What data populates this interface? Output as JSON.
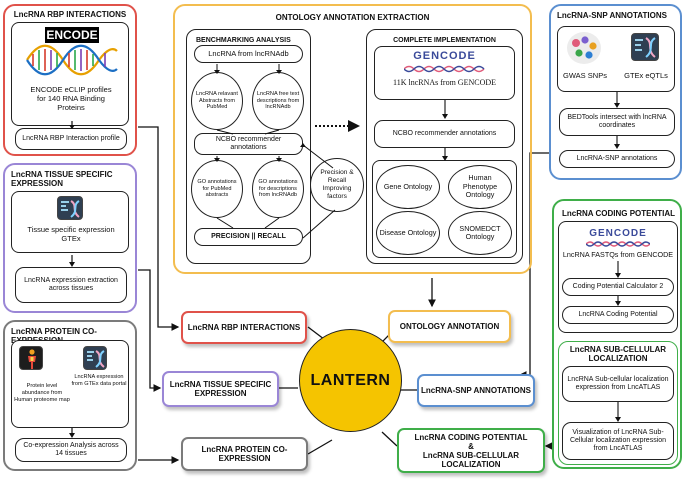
{
  "center": {
    "label": "LANTERN"
  },
  "rbp": {
    "title": "LncRNA RBP INTERACTIONS",
    "logo_text": "ENCODE",
    "source_text": "ENCODE eCLIP profiles for 140 RNA Binding Proteins",
    "profile_node": "LncRNA RBP Interaction profile",
    "output": "LncRNA RBP INTERACTIONS"
  },
  "tissue": {
    "title": "LncRNA TISSUE SPECIFIC EXPRESSION",
    "source_text": "Tissue specific expression GTEx",
    "node": "LncRNA expression extraction across tissues",
    "output": "LncRNA TISSUE SPECIFIC EXPRESSION"
  },
  "protein": {
    "title": "LncRNA PROTEIN CO-EXPRESSION",
    "left_text": "Protein level abundance from Human proteome map",
    "right_text": "LncRNA expression from GTEx data portal",
    "node": "Co-expression Analysis across 14 tissues",
    "output": "LncRNA PROTEIN CO-EXPRESSION"
  },
  "ontology": {
    "title": "ONTOLOGY ANNOTATION EXTRACTION",
    "bench": {
      "title": "BENCHMARKING ANALYSIS",
      "from_db": "LncRNA from lncRNAdb",
      "abstracts": "LncRNA relavant Abstracts from PubMed",
      "freetext": "LncRNA free text descriptions from lncRNAdb",
      "ncbo": "NCBO recommender annotations",
      "go_pubmed": "GO annotations for PubMed abstracts",
      "go_desc": "GO annotations for descriptions from lncRNAdb",
      "precision": "PRECISION || RECALL",
      "improving": "Precision & Recall Improving factors"
    },
    "complete": {
      "title": "COMPLETE IMPLEMENTATION",
      "gencode_logo": "GENCODE",
      "count_text": "11K lncRNAs from GENCODE",
      "ncbo": "NCBO recommender annotations",
      "gene": "Gene Ontology",
      "human": "Human Phenotype Ontology",
      "disease": "Disease Ontology",
      "snomed": "SNOMEDCT Ontology"
    },
    "output": "ONTOLOGY ANNOTATION"
  },
  "snp": {
    "title": "LncRNA-SNP ANNOTATIONS",
    "gwas": "GWAS SNPs",
    "gtex": "GTEx eQTLs",
    "bedtools": "BEDTools intersect with lncRNA coordinates",
    "node": "LncRNA-SNP annotations",
    "output": "LncRNA-SNP ANNOTATIONS"
  },
  "coding": {
    "title": "LncRNA CODING POTENTIAL",
    "gencode_logo": "GENCODE",
    "fastq": "LncRNA FASTQs from GENCODE",
    "cpc": "Coding Potential Calculator 2",
    "node": "LncRNA Coding Potential"
  },
  "subcell": {
    "title": "LncRNA SUB-CELLULAR LOCALIZATION",
    "source": "LncRNA Sub-cellular localization expression from LncATLAS",
    "viz": "Visualization of LncRNA Sub-Cellular localization expression from LncATLAS"
  },
  "combined_output": {
    "line1": "LncRNA CODING POTENTIAL",
    "amp": "&",
    "line2": "LncRNA SUB-CELLULAR LOCALIZATION"
  },
  "colors": {
    "red": "#e0524a",
    "purple": "#9a86d6",
    "gray": "#7b7b7b",
    "orange": "#f3bd4f",
    "blue": "#5b8fd0",
    "green": "#3fae49",
    "yellow": "#f5c400"
  }
}
